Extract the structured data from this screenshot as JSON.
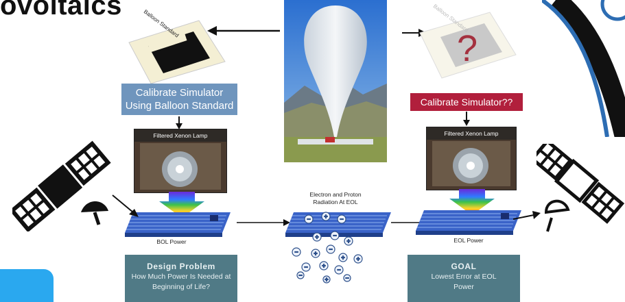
{
  "title": "ovoltaics",
  "left": {
    "standard_label": "Balloon Standard",
    "calibrate_text_line1": "Calibrate Simulator",
    "calibrate_text_line2": "Using Balloon Standard",
    "lamp_label": "Filtered Xenon Lamp",
    "power_label": "BOL Power",
    "problem_heading": "Design Problem",
    "problem_line1": "How Much Power Is Needed at",
    "problem_line2": "Beginning of Life?"
  },
  "right": {
    "standard_label": "Balloon Standard",
    "question_mark": "?",
    "calibrate_text": "Calibrate Simulator??",
    "lamp_label": "Filtered Xenon Lamp",
    "power_label": "EOL Power",
    "goal_heading": "GOAL",
    "goal_line1": "Lowest Error at EOL",
    "goal_line2": "Power"
  },
  "center": {
    "radiation_line1": "Electron and Proton",
    "radiation_line2": "Radiation At EOL",
    "plus_sign": "+",
    "minus_sign": "−"
  },
  "colors": {
    "calibrate_box": "#6f95bd",
    "calibrate_unknown_box": "#b11f3c",
    "info_box": "#507a86",
    "solar_cell": "#3a63c8",
    "corner_accent": "#2aa8ef"
  }
}
